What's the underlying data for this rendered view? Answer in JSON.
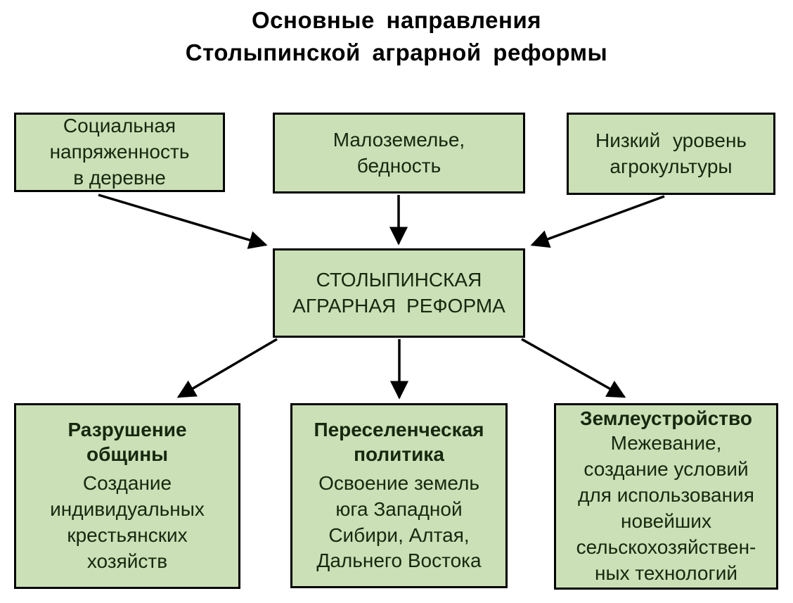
{
  "title": {
    "text": "Основные направления\nСтолыпинской аграрной реформы"
  },
  "colors": {
    "box_fill": "#cbe0b6",
    "box_border": "#000000",
    "box_text": "#16280f",
    "title_text": "#000000",
    "arrow": "#000000",
    "background": "#ffffff"
  },
  "causes": [
    {
      "id": "social-tension",
      "text": "Социальная\nнапряженность\nв деревне"
    },
    {
      "id": "land-shortage",
      "text": "Малоземелье,\nбедность"
    },
    {
      "id": "low-agro-level",
      "text": "Низкий уровень\nагрокультуры"
    }
  ],
  "center": {
    "text": "СТОЛЫПИНСКАЯ\nАГРАРНАЯ РЕФОРМА"
  },
  "directions": [
    {
      "id": "community-destruction",
      "heading": "Разрушение\nобщины",
      "body": "Создание\nиндивидуальных\nкрестьянских\nхозяйств"
    },
    {
      "id": "resettlement-policy",
      "heading": "Переселенческая\nполитика",
      "body": "Освоение земель\nюга Западной\nСибири, Алтая,\nДальнего Востока"
    },
    {
      "id": "land-management",
      "heading": "Землеустройство",
      "body": "Межевание,\nсоздание условий\nдля использования\nновейших\nсельскохозяйствен-\nных технологий"
    }
  ]
}
